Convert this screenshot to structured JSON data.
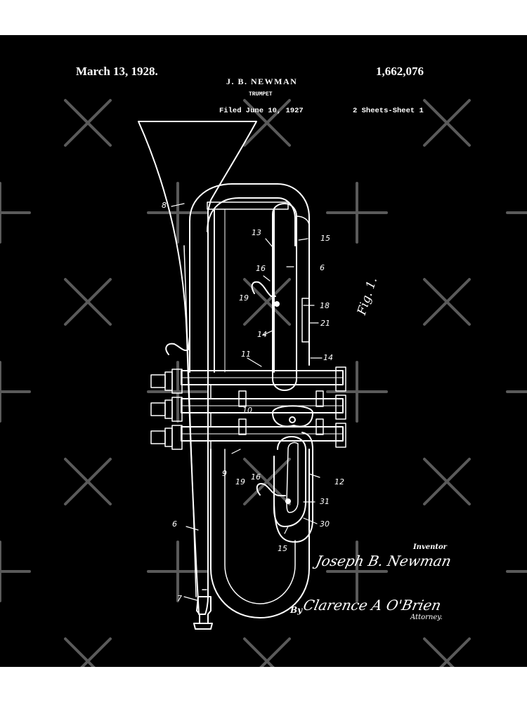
{
  "header": {
    "date": "March 13, 1928.",
    "patent_number": "1,662,076",
    "inventor_name": "J. B. NEWMAN",
    "title": "TRUMPET",
    "filed": "Filed June 10, 1927",
    "sheets": "2 Sheets-Sheet 1"
  },
  "figure": {
    "label": "Fig. 1.",
    "references": [
      {
        "text": "8"
      },
      {
        "text": "13"
      },
      {
        "text": "15"
      },
      {
        "text": "16"
      },
      {
        "text": "6"
      },
      {
        "text": "19"
      },
      {
        "text": "18"
      },
      {
        "text": "14"
      },
      {
        "text": "21"
      },
      {
        "text": "11"
      },
      {
        "text": "14"
      },
      {
        "text": "10"
      },
      {
        "text": "9"
      },
      {
        "text": "16"
      },
      {
        "text": "12"
      },
      {
        "text": "19"
      },
      {
        "text": "31"
      },
      {
        "text": "6"
      },
      {
        "text": "30"
      },
      {
        "text": "15"
      },
      {
        "text": "7"
      }
    ]
  },
  "signatures": {
    "inventor_caption": "Inventor",
    "inventor_signature": "Joseph B. Newman",
    "by_label": "By",
    "attorney_signature": "Clarence A O'Brien",
    "attorney_caption": "Attorney."
  },
  "colors": {
    "background": "#000000",
    "line": "#ffffff",
    "watermark": "#5a5a5a",
    "page": "#ffffff"
  }
}
